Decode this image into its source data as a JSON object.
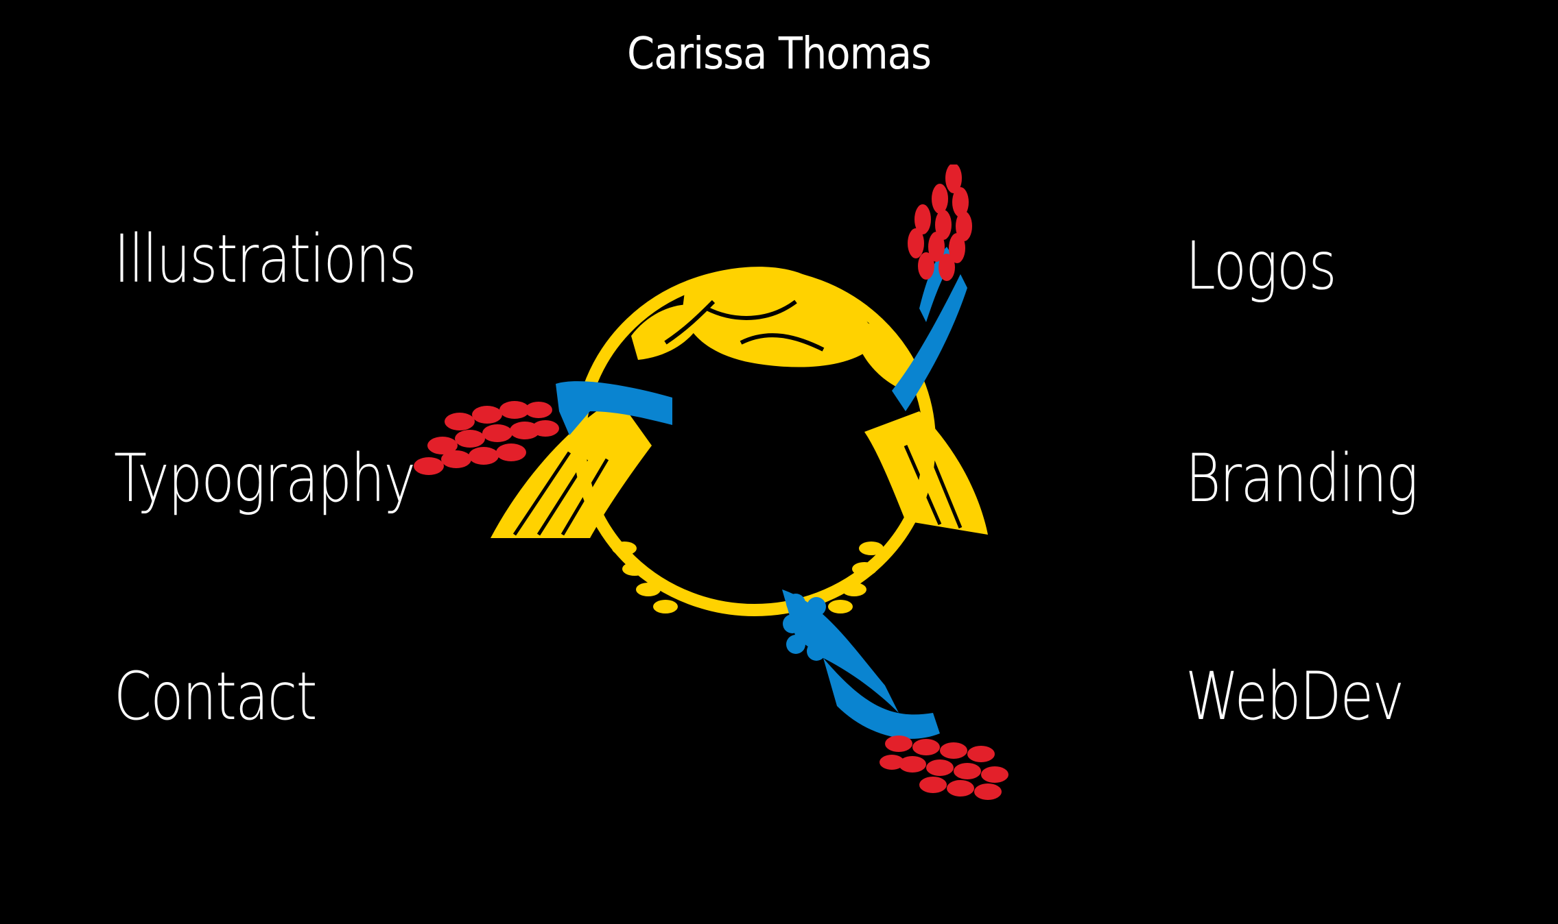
{
  "header": {
    "title": "Carissa Thomas"
  },
  "nav": {
    "left": [
      {
        "id": "illustrations",
        "label": "Illustrations"
      },
      {
        "id": "typography",
        "label": "Typography"
      },
      {
        "id": "contact",
        "label": "Contact"
      }
    ],
    "right": [
      {
        "id": "logos",
        "label": "Logos"
      },
      {
        "id": "branding",
        "label": "Branding"
      },
      {
        "id": "webdev",
        "label": "WebDev"
      }
    ]
  },
  "emblem": {
    "icon": "winged-wreath-emblem-icon",
    "colors": {
      "gold": "#ffd200",
      "blue": "#0a84d0",
      "red": "#e3202a",
      "background": "#000000"
    }
  }
}
